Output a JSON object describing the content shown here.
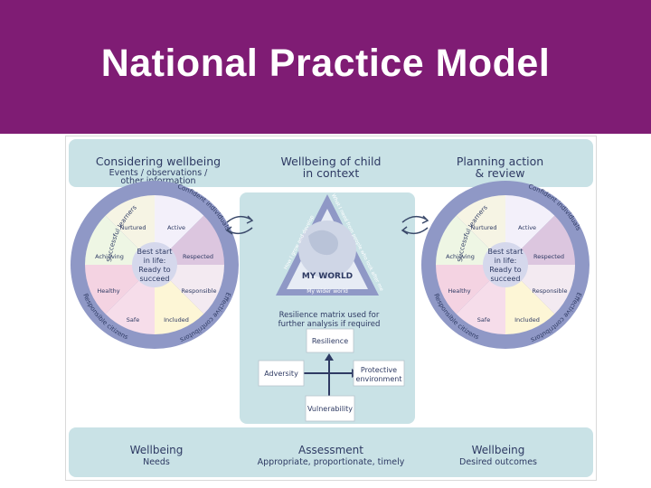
{
  "title": "National Practice Model",
  "colors": {
    "title_bg": "#7f1c74",
    "panel": "#c9e2e6",
    "ring": "#8f98c6",
    "text": "#2e3a63"
  },
  "header": {
    "left": {
      "line1": "Considering wellbeing",
      "line2": "Events / observations /",
      "line3": "other information"
    },
    "center": {
      "line1": "Wellbeing of child",
      "line2": "in context"
    },
    "right": {
      "line1": "Planning action",
      "line2": "& review"
    }
  },
  "wheel": {
    "center": [
      "Best start",
      "in life:",
      "Ready to",
      "succeed"
    ],
    "segments": [
      "Active",
      "Respected",
      "Responsible",
      "Included",
      "Safe",
      "Healthy",
      "Achieving",
      "Nurtured"
    ],
    "ring_labels": [
      "Confident individuals",
      "Effective contributors",
      "Responsible citizens",
      "Successful learners"
    ]
  },
  "my_world": {
    "label": "MY WORLD",
    "bottom": "My wider world",
    "left": "How I grow and develop",
    "right": "What I need from people who look after me"
  },
  "resilience": {
    "caption1": "Resilience matrix used for",
    "caption2": "further analysis if required",
    "top": "Resilience",
    "left": "Adversity",
    "right1": "Protective",
    "right2": "environment",
    "bottom": "Vulnerability"
  },
  "footer": {
    "left": {
      "line1": "Wellbeing",
      "line2": "Needs"
    },
    "center": {
      "line1": "Assessment",
      "line2": "Appropriate, proportionate, timely"
    },
    "right": {
      "line1": "Wellbeing",
      "line2": "Desired outcomes"
    }
  }
}
